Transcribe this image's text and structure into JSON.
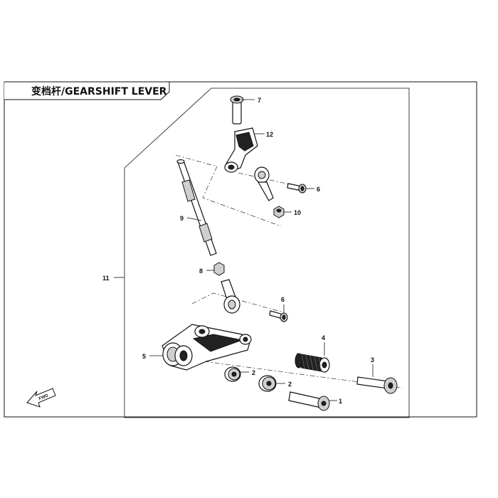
{
  "title": "变档杆/GEARSHIFT  LEVER",
  "callouts": {
    "c1": "1",
    "c2a": "2",
    "c2b": "2",
    "c3": "3",
    "c4": "4",
    "c5": "5",
    "c6a": "6",
    "c6b": "6",
    "c7": "7",
    "c8": "8",
    "c9": "9",
    "c10": "10",
    "c11": "11",
    "c12": "12"
  },
  "fwd_label": "FWD"
}
